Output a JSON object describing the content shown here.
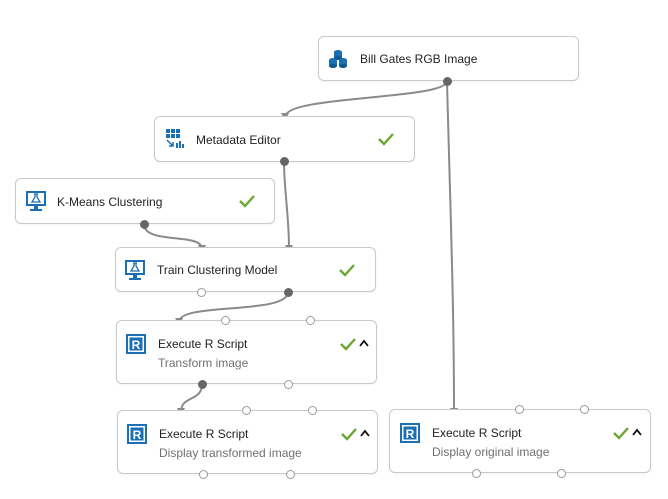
{
  "modules": {
    "bill_gates": {
      "title": "Bill Gates RGB Image",
      "icon": "dataset-icon"
    },
    "metadata_editor": {
      "title": "Metadata Editor",
      "icon": "table-icon",
      "status": "complete"
    },
    "kmeans": {
      "title": "K-Means Clustering",
      "icon": "flask-icon",
      "status": "complete"
    },
    "train_clustering": {
      "title": "Train Clustering Model",
      "icon": "flask-icon",
      "status": "complete"
    },
    "exec_transform": {
      "title": "Execute R Script",
      "subtitle": "Transform image",
      "icon": "r-script-icon",
      "status": "complete"
    },
    "exec_display_transformed": {
      "title": "Execute R Script",
      "subtitle": "Display transformed image",
      "icon": "r-script-icon",
      "status": "complete"
    },
    "exec_display_original": {
      "title": "Execute R Script",
      "subtitle": "Display original image",
      "icon": "r-script-icon",
      "status": "complete"
    }
  },
  "colors": {
    "icon_blue": "#1a6fb5",
    "check_green": "#6aa730",
    "wire": "#8a8a8a",
    "border": "#c9c9c9"
  }
}
